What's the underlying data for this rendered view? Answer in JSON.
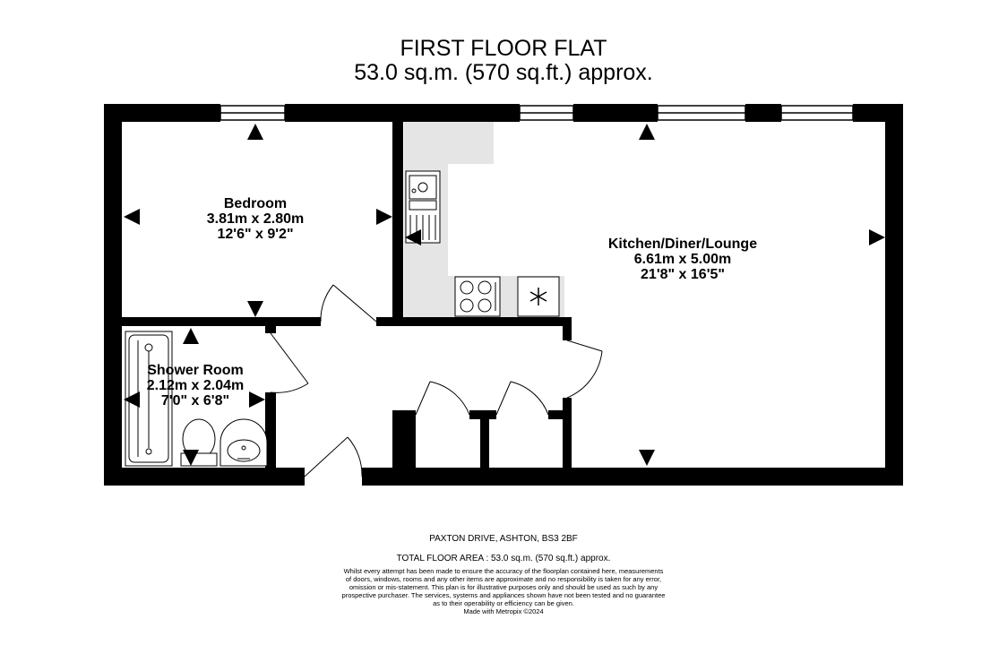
{
  "title": "FIRST FLOOR FLAT",
  "subtitle": "53.0 sq.m. (570 sq.ft.) approx.",
  "rooms": [
    {
      "name": "Bedroom",
      "metric": "3.81m  x 2.80m",
      "imperial": "12'6\"  x 9'2\""
    },
    {
      "name": "Kitchen/Diner/Lounge",
      "metric": "6.61m  x 5.00m",
      "imperial": "21'8\"  x 16'5\""
    },
    {
      "name": "Shower Room",
      "metric": "2.12m  x 2.04m",
      "imperial": "7'0\"  x 6'8\""
    }
  ],
  "footer": {
    "address": "PAXTON DRIVE, ASHTON, BS3 2BF",
    "total_area": "TOTAL FLOOR AREA : 53.0 sq.m. (570 sq.ft.) approx.",
    "disclaimer": [
      "Whilst every attempt has been made to ensure the accuracy of the floorplan contained here, measurements",
      "of doors, windows, rooms and any other items are approximate and no responsibility is taken for any error,",
      "omission or mis-statement. This plan is for illustrative purposes only and should be used as such by any",
      "prospective purchaser. The services, systems and appliances shown have not been tested and no guarantee",
      "as to their operability or efficiency can be given."
    ],
    "credit": "Made with Metropix ©2024"
  },
  "colors": {
    "wall": "#000000",
    "kitchen_shade": "#e5e5e5",
    "background": "#ffffff"
  }
}
